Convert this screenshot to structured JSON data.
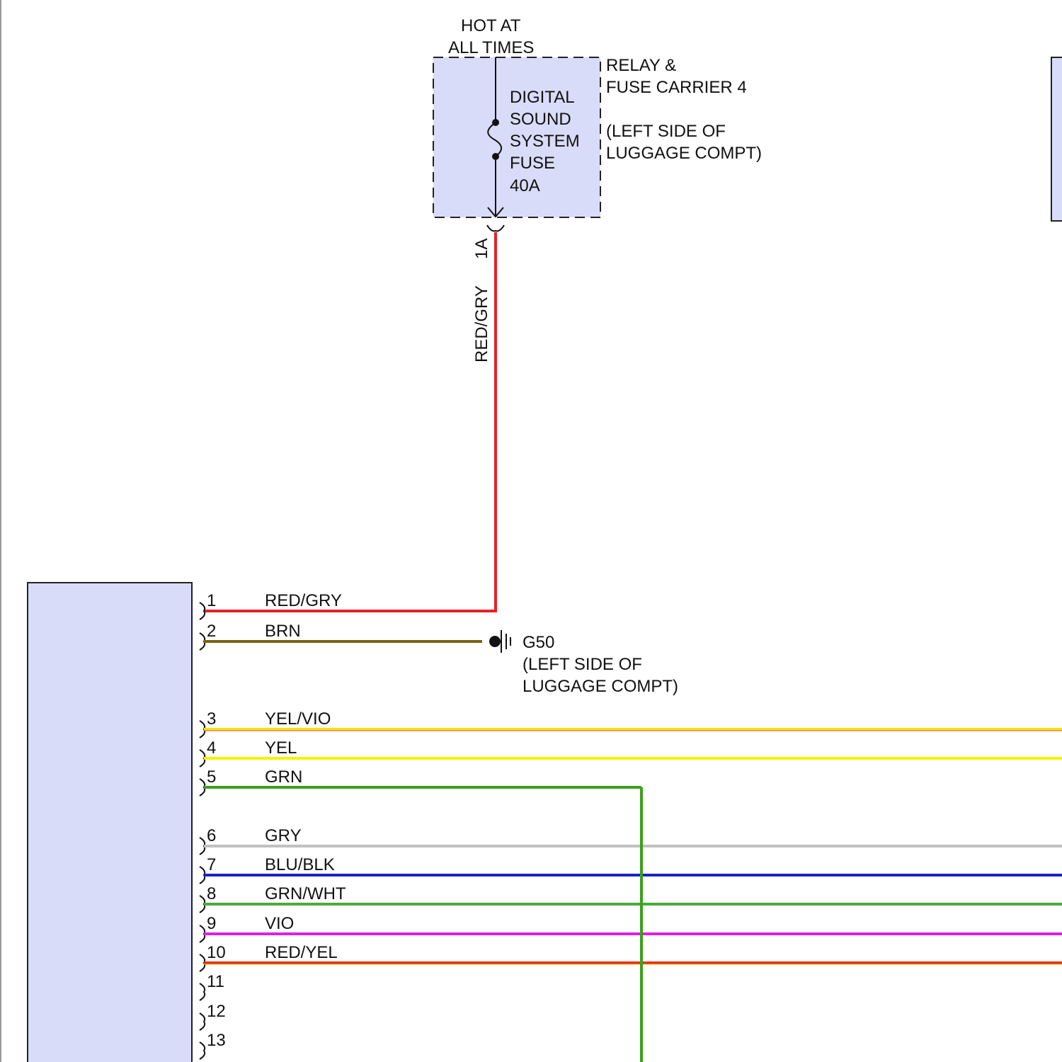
{
  "power": {
    "hot_line1": "HOT AT",
    "hot_line2": "ALL TIMES"
  },
  "fuse": {
    "name_lines": [
      "DIGITAL",
      "SOUND",
      "SYSTEM",
      "FUSE",
      "40A"
    ],
    "box_fill": "#d9dcf8"
  },
  "relay_carrier": {
    "line1": "RELAY &",
    "line2": "FUSE CARRIER 4",
    "loc1": "(LEFT SIDE OF",
    "loc2": "LUGGAGE COMPT)"
  },
  "feed": {
    "connector": "1A",
    "wire_color_label": "RED/GRY",
    "color": "#e8202a"
  },
  "ground": {
    "name": "G50",
    "loc1": "(LEFT SIDE OF",
    "loc2": "LUGGAGE COMPT)"
  },
  "module": {
    "fill": "#d9dcf8",
    "pins": [
      {
        "pin": "1",
        "label": "RED/GRY",
        "color": "#e8202a"
      },
      {
        "pin": "2",
        "label": "BRN",
        "color": "#7a6414"
      },
      {
        "pin": "3",
        "label": "YEL/VIO",
        "color": "#f2e600"
      },
      {
        "pin": "4",
        "label": "YEL",
        "color": "#f7f200"
      },
      {
        "pin": "5",
        "label": "GRN",
        "color": "#3aa01c"
      },
      {
        "pin": "6",
        "label": "GRY",
        "color": "#c0c0c0"
      },
      {
        "pin": "7",
        "label": "BLU/BLK",
        "color": "#1a22c8"
      },
      {
        "pin": "8",
        "label": "GRN/WHT",
        "color": "#4aaa3c"
      },
      {
        "pin": "9",
        "label": "VIO",
        "color": "#e020e0"
      },
      {
        "pin": "10",
        "label": "RED/YEL",
        "color": "#e83018"
      },
      {
        "pin": "11",
        "label": "",
        "color": ""
      },
      {
        "pin": "12",
        "label": "",
        "color": ""
      },
      {
        "pin": "13",
        "label": "",
        "color": ""
      }
    ]
  }
}
